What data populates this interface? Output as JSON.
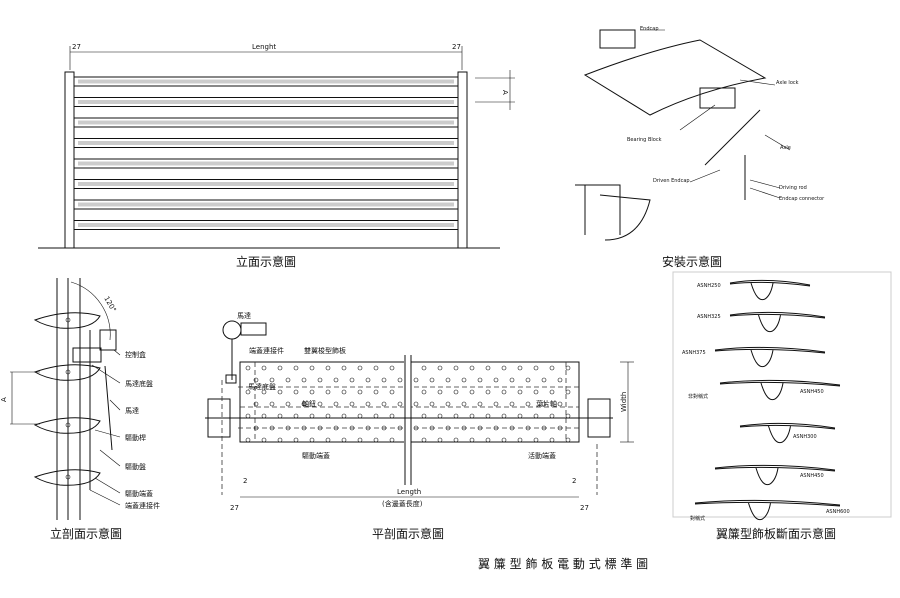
{
  "elevation": {
    "title": "立面示意圖",
    "length_label": "Lenght",
    "left_dim": "27",
    "right_dim": "27",
    "pitch_label": "A"
  },
  "install": {
    "title": "安裝示意圖",
    "labels": [
      "Endcap",
      "Axle lock",
      "Bearing Block",
      "Axle",
      "Driven Endcap",
      "Driving rod",
      "Endcap connector"
    ]
  },
  "section": {
    "title": "立剖面示意圖",
    "angle": "120°",
    "pitch_label": "A",
    "labels": [
      "控制盒",
      "馬達底盤",
      "馬達",
      "驅動桿",
      "驅動盤",
      "驅動端蓋",
      "端蓋連接件"
    ]
  },
  "plan": {
    "title": "平剖面示意圖",
    "motor": "馬達",
    "endcap_connector": "端蓋連接件",
    "panel": "雙翼梭型飾板",
    "motor_base": "馬達底盤",
    "shaft_knob": "軸鈕",
    "blade_axle": "葉片軸",
    "drive_endcap": "驅動端蓋",
    "free_endcap": "活動端蓋",
    "length": "Length",
    "length_note": "(含邊蓋長度)",
    "width": "Width",
    "gap_left": "2",
    "gap_right": "2",
    "dim_left": "27",
    "dim_right": "27"
  },
  "profiles": {
    "title": "翼簾型飾板斷面示意圖",
    "asym_label": "非對稱式",
    "sym_label": "對稱式",
    "models": [
      "ASNH250",
      "ASNH325",
      "ASNH375",
      "ASNH450",
      "ASNH300",
      "ASNH450",
      "ASNH600"
    ]
  },
  "main_title": "翼 簾 型 飾 板 電 動 式 標 準 圖"
}
